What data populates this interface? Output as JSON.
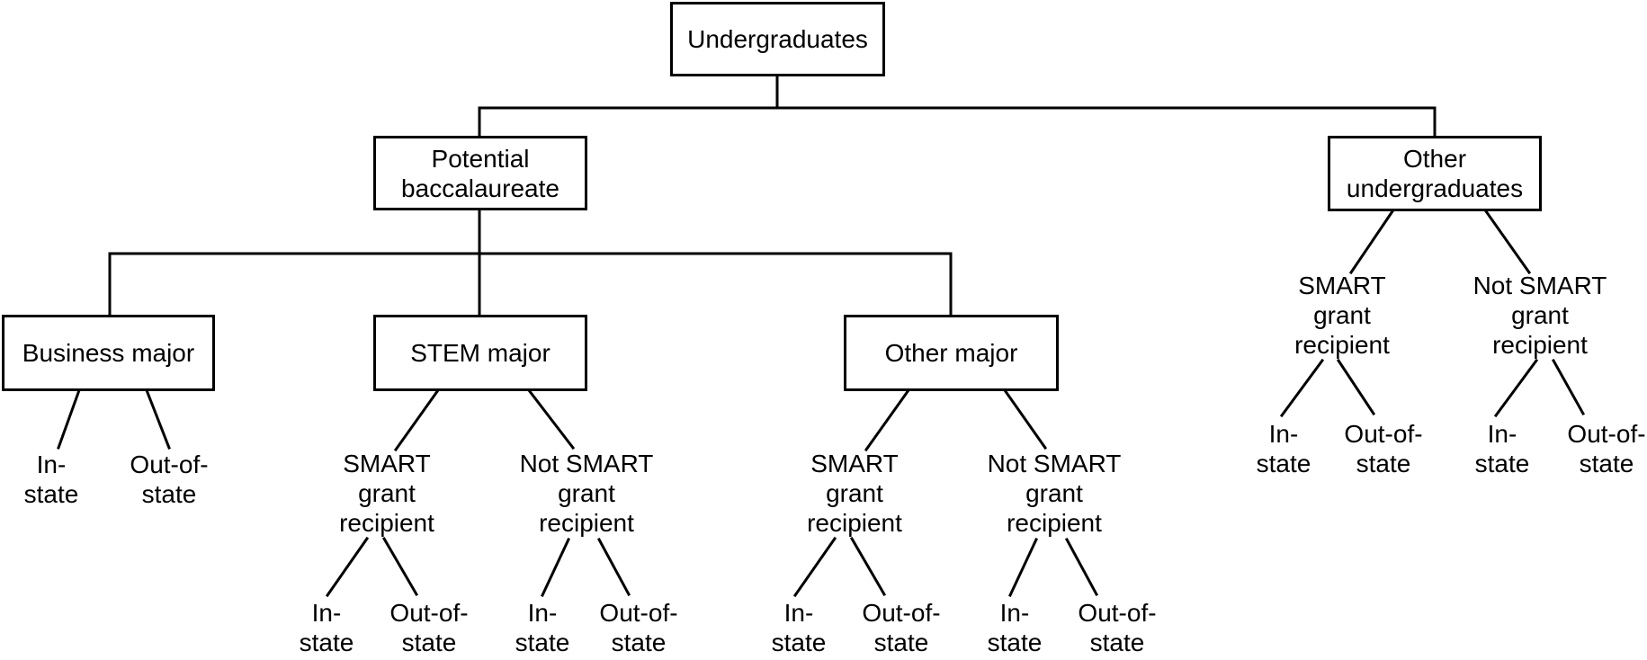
{
  "diagram": {
    "type": "tree",
    "colors": {
      "background": "#ffffff",
      "line": "#000000",
      "text": "#000000",
      "box_border": "#000000"
    },
    "root": {
      "label": "Undergraduates"
    },
    "potential_baccalaureate": {
      "label": [
        "Potential",
        "baccalaureate"
      ],
      "business_major": {
        "label": "Business major",
        "in_state": [
          "In-",
          "state"
        ],
        "out_of_state": [
          "Out-of-",
          "state"
        ]
      },
      "stem_major": {
        "label": "STEM major",
        "smart": {
          "label": [
            "SMART",
            "grant",
            "recipient"
          ],
          "in_state": [
            "In-",
            "state"
          ],
          "out_of_state": [
            "Out-of-",
            "state"
          ]
        },
        "not_smart": {
          "label": [
            "Not SMART",
            "grant",
            "recipient"
          ],
          "in_state": [
            "In-",
            "state"
          ],
          "out_of_state": [
            "Out-of-",
            "state"
          ]
        }
      },
      "other_major": {
        "label": "Other major",
        "smart": {
          "label": [
            "SMART",
            "grant",
            "recipient"
          ],
          "in_state": [
            "In-",
            "state"
          ],
          "out_of_state": [
            "Out-of-",
            "state"
          ]
        },
        "not_smart": {
          "label": [
            "Not SMART",
            "grant",
            "recipient"
          ],
          "in_state": [
            "In-",
            "state"
          ],
          "out_of_state": [
            "Out-of-",
            "state"
          ]
        }
      }
    },
    "other_undergraduates": {
      "label": [
        "Other",
        "undergraduates"
      ],
      "smart": {
        "label": [
          "SMART",
          "grant",
          "recipient"
        ],
        "in_state": [
          "In-",
          "state"
        ],
        "out_of_state": [
          "Out-of-",
          "state"
        ]
      },
      "not_smart": {
        "label": [
          "Not SMART",
          "grant",
          "recipient"
        ],
        "in_state": [
          "In-",
          "state"
        ],
        "out_of_state": [
          "Out-of-",
          "state"
        ]
      }
    }
  }
}
